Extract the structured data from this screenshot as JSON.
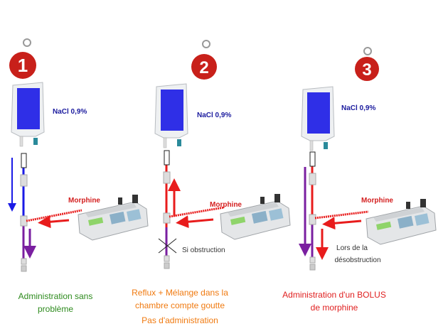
{
  "panels": [
    {
      "number": "1",
      "solution_label": "NaCl 0,9%",
      "drug_label": "Morphine",
      "caption_line1": "Administration sans",
      "caption_line2": "problème"
    },
    {
      "number": "2",
      "solution_label": "NaCl 0,9%",
      "drug_label": "Morphine",
      "note": "Si obstruction",
      "caption_line1": "Reflux + Mélange dans la",
      "caption_line2": "chambre compte goutte",
      "caption_line3": "Pas d'administration"
    },
    {
      "number": "3",
      "solution_label": "NaCl 0,9%",
      "drug_label": "Morphine",
      "note_line1": "Lors de la",
      "note_line2": "désobstruction",
      "caption_line1": "Administration d'un BOLUS",
      "caption_line2": "de morphine"
    }
  ],
  "colors": {
    "saline": "#1a1ae6",
    "morphine": "#e81c1c",
    "mixed": "#7a1fa0",
    "tag": "#c8201a"
  }
}
